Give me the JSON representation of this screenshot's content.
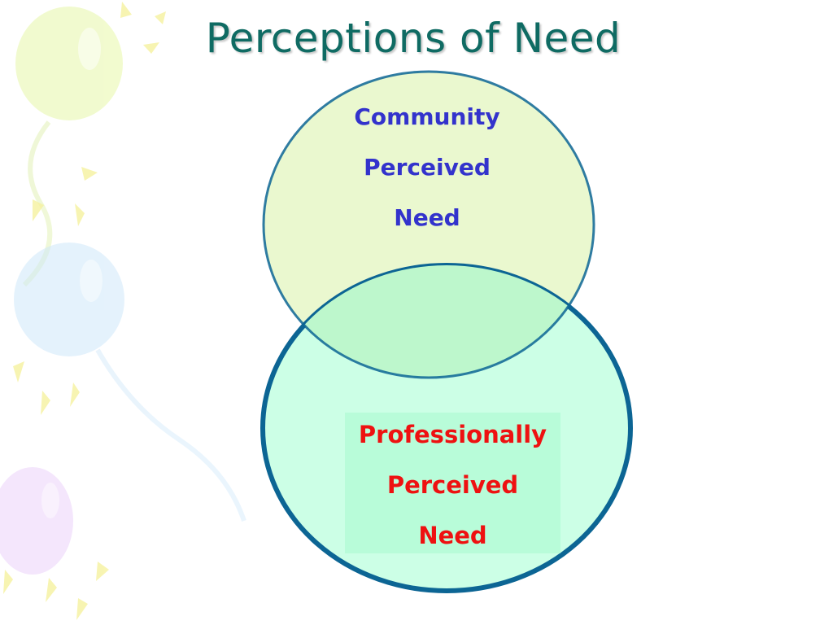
{
  "slide": {
    "title": "Perceptions of Need"
  },
  "colors": {
    "title": "#0f6b63",
    "community_text": "#3333cc",
    "professional_text": "#ee1111",
    "community_fill": "#eaf8cf",
    "professional_fill": "#ccffe6",
    "overlap_fill": "#bdf7cc",
    "circle_stroke": "#0c6594"
  },
  "venn": {
    "community": {
      "lines": [
        "Community",
        "Perceived",
        "Need"
      ]
    },
    "professional": {
      "lines": [
        "Professionally",
        "Perceived",
        "Need"
      ]
    }
  }
}
